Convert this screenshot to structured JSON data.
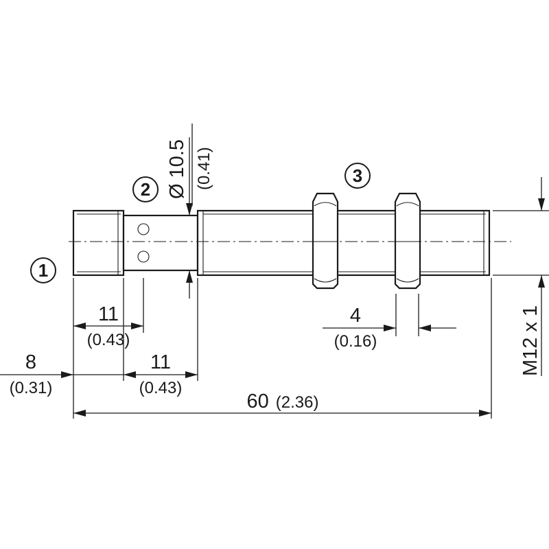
{
  "callouts": [
    "1",
    "2",
    "3"
  ],
  "dimensions": {
    "thread_length": {
      "value": "8",
      "inch": "(0.31)"
    },
    "slot_offset": {
      "value": "11",
      "inch": "(0.43)"
    },
    "slot_width": {
      "value": "11",
      "inch": "(0.43)"
    },
    "nut_width": {
      "value": "4",
      "inch": "(0.16)"
    },
    "total_length": {
      "value": "60",
      "inch": "(2.36)"
    },
    "diameter": {
      "value": "Ø 10.5",
      "inch": "(0.41)"
    },
    "thread": {
      "value": "M12 x 1"
    }
  }
}
